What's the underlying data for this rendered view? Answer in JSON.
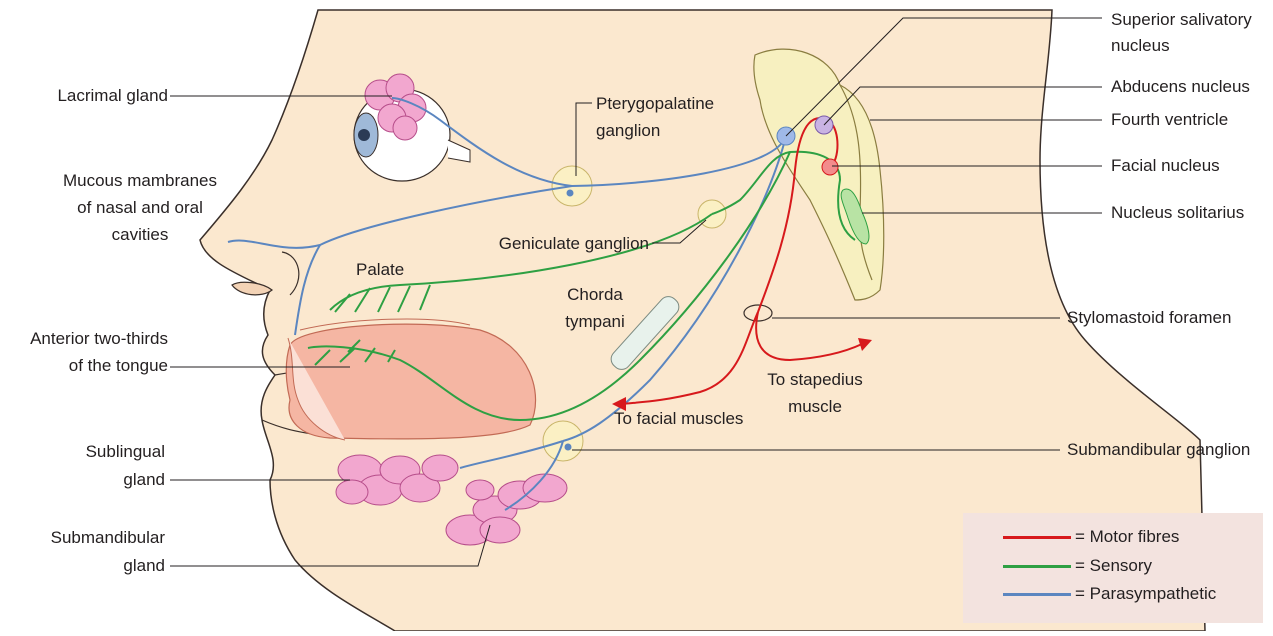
{
  "colors": {
    "skin": "#fbe8cf",
    "skin_outline": "#3a2f2a",
    "motor": "#d7191c",
    "sensory": "#2ea043",
    "parasympathetic": "#5b86c0",
    "gland": "#f2a7cf",
    "tongue": "#f5b6a3",
    "legend_bg": "#f3e3df"
  },
  "labels": {
    "lacrimal_gland": "Lacrimal gland",
    "mucous_line1": "Mucous mambranes",
    "mucous_line2": "of nasal and oral",
    "mucous_line3": "cavities",
    "tongue_line1": "Anterior two-thirds",
    "tongue_line2": "of the tongue",
    "sublingual_line1": "Sublingual",
    "sublingual_line2": "gland",
    "submandibular_line1": "Submandibular",
    "submandibular_line2": "gland",
    "pterygopalatine_line1": "Pterygopalatine",
    "pterygopalatine_line2": "ganglion",
    "geniculate": "Geniculate ganglion",
    "palate": "Palate",
    "chorda_line1": "Chorda",
    "chorda_line2": "tympani",
    "to_facial_muscles": "To facial muscles",
    "stapedius_line1": "To stapedius",
    "stapedius_line2": "muscle",
    "superior_line1": "Superior salivatory",
    "superior_line2": "nucleus",
    "abducens": "Abducens nucleus",
    "fourth_ventricle": "Fourth ventricle",
    "facial_nucleus": "Facial nucleus",
    "nucleus_solitarius": "Nucleus solitarius",
    "stylomastoid": "Stylomastoid foramen",
    "submandibular_ganglion": "Submandibular ganglion"
  },
  "legend": [
    {
      "color_key": "motor",
      "label": "= Motor fibres"
    },
    {
      "color_key": "sensory",
      "label": "= Sensory"
    },
    {
      "color_key": "parasympathetic",
      "label": "= Parasympathetic"
    }
  ]
}
